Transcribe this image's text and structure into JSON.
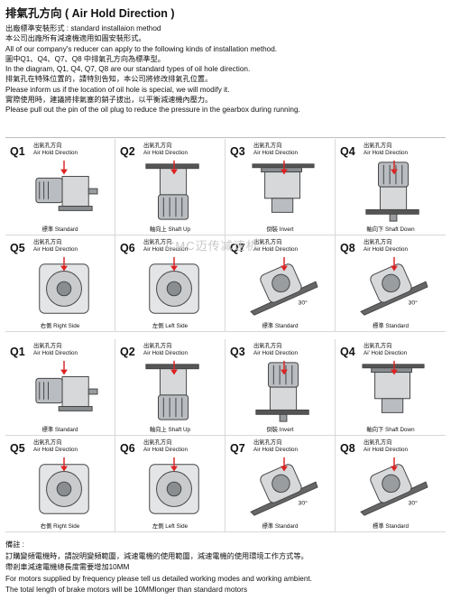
{
  "title": "排氣孔方向 ( Air Hold Direction )",
  "intro": [
    "出廠標準安裝形式 : standard installaion method",
    "本公司出廠所有減速機適用如圖安裝形式。",
    "All of our company's reducer can apply to the following kinds of installation method.",
    "圖中Q1、Q4、Q7、Q8 中排氣孔方向為標準型。",
    "In the diagram, Q1, Q4, Q7, Q8 are our standard types of oil hole direction.",
    "排氣孔在特殊位置的，請特別告知，本公司將修改排氣孔位置。",
    "Please inform us if the location of oil hole is special, we will modify it.",
    "實際使用時，建議將排氣塞的銷子拔出，以平衡減速機內壓力。",
    "Please pull out the pin of the oil plug to reduce the pressure in the gearbox during running."
  ],
  "air_zh": "出氣孔方向",
  "air_en": "Air Hold Direction",
  "air_en_alt": "Ai' Hold Direction",
  "watermark": "CMC迈传减速机",
  "angle": "30°",
  "rows": [
    [
      {
        "q": "Q1",
        "cap": "標準 Standard"
      },
      {
        "q": "Q2",
        "cap": "軸向上 Shaft Up"
      },
      {
        "q": "Q3",
        "cap": "倒裝 Invert"
      },
      {
        "q": "Q4",
        "cap": "軸向下 Shaft Down"
      }
    ],
    [
      {
        "q": "Q5",
        "cap": "右側 Right Side"
      },
      {
        "q": "Q6",
        "cap": "左側 Left Side"
      },
      {
        "q": "Q7",
        "cap": "標準 Standard"
      },
      {
        "q": "Q8",
        "cap": "標準 Standard"
      }
    ],
    [
      {
        "q": "Q1",
        "cap": "標準 Standard"
      },
      {
        "q": "Q2",
        "cap": "軸向上 Shaft Up"
      },
      {
        "q": "Q3",
        "cap": "倒裝 Invert"
      },
      {
        "q": "Q4",
        "cap": "軸向下 Shaft Down"
      }
    ],
    [
      {
        "q": "Q5",
        "cap": "右側 Right Side"
      },
      {
        "q": "Q6",
        "cap": "左側 Left Side"
      },
      {
        "q": "Q7",
        "cap": "標準 Standard"
      },
      {
        "q": "Q8",
        "cap": "標準 Standard"
      }
    ]
  ],
  "notes": [
    "備註 :",
    "訂購變頻電機時，請說明變頻範圍，減速電機的使用範圍，減速電機的使用環境工作方式等。",
    "帶剎車減速電機總長度需要增加10MM",
    "For motors supplied by frequency please tell us detailed working modes and working ambient.",
    "The total length of brake motors will be 10MMlonger than standard motors"
  ]
}
